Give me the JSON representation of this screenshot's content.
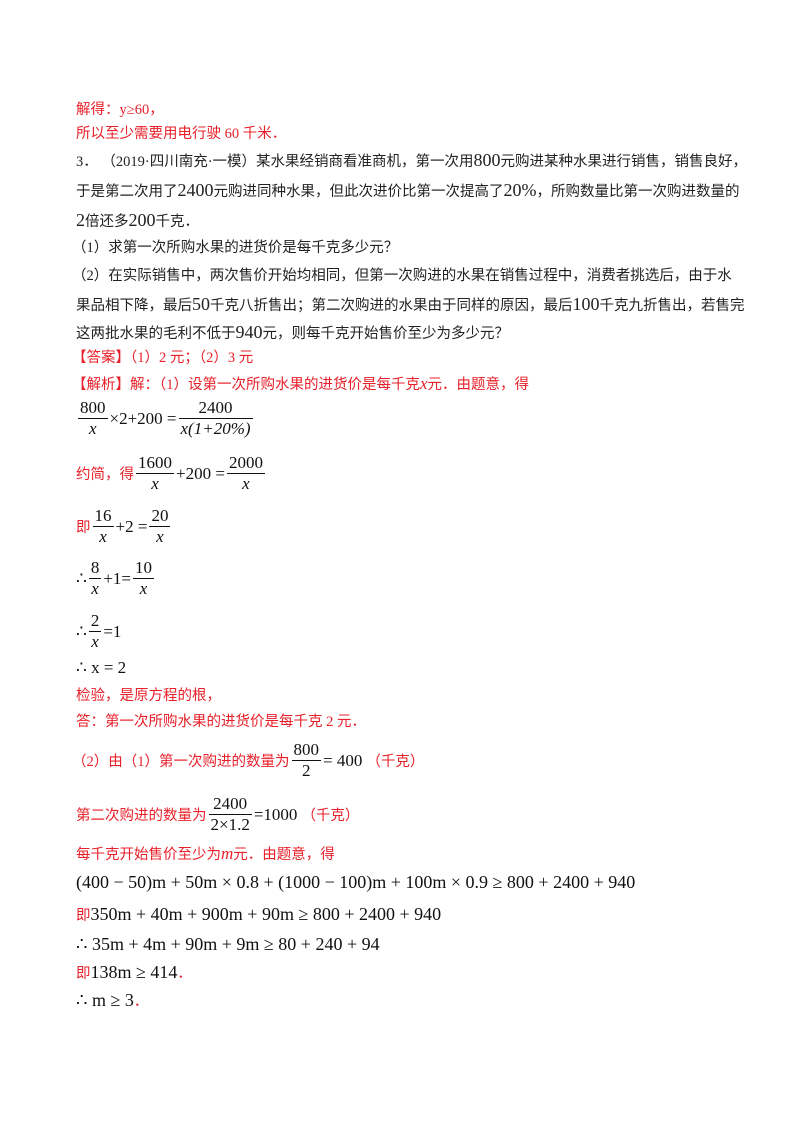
{
  "prev": {
    "line1": "解得：y≥60，",
    "line2": "所以至少需要用电行驶 60 千米．"
  },
  "problem": {
    "number": "3．",
    "source": "（2019·四川南充·一模）",
    "l1a": "某水果经销商看准商机，第一次用",
    "l1n": "800",
    "l1b": "元购进某种水果进行销售，销售良好，",
    "l2a": "于是第二次用了",
    "l2n": "2400",
    "l2b": "元购进同种水果，但此次进价比第一次提高了",
    "l2n2": "20%",
    "l2c": "，所购数量比第一次购进数量的",
    "l3n": "2",
    "l3a": "倍还多",
    "l3n2": "200",
    "l3b": "千克．",
    "q1": "（1）求第一次所购水果的进货价是每千克多少元？",
    "q2a": "（2）在实际销售中，两次售价开始均相同，但第一次购进的水果在销售过程中，消费者挑选后，由于水",
    "q2b1": "果品相下降，最后",
    "q2bn": "50",
    "q2b2": "千克八折售出；第二次购进的水果由于同样的原因，最后",
    "q2bn2": "100",
    "q2b3": "千克九折售出，若售完",
    "q2c1": "这两批水果的毛利不低于",
    "q2cn": "940",
    "q2c2": "元，则每千克开始售价至少为多少元？"
  },
  "answer": {
    "label": "【答案】",
    "text": "（1）2 元；（2）3 元"
  },
  "analysis": {
    "label": "【解析】",
    "intro": "解：（1）设第一次所购水果的进货价是每千克",
    "var": "x",
    "intro2": "元．由题意，得",
    "eq1": {
      "n1": "800",
      "d1": "x",
      "mid": "×2+200 =",
      "n2": "2400",
      "d2": "x(1+20%)"
    },
    "eq2": {
      "prefix": "约简，得",
      "n1": "1600",
      "d1": "x",
      "mid": "+200 =",
      "n2": "2000",
      "d2": "x"
    },
    "eq3": {
      "prefix": "即",
      "n1": "16",
      "d1": "x",
      "mid": "+2 =",
      "n2": "20",
      "d2": "x"
    },
    "eq4": {
      "prefix": "∴",
      "n1": "8",
      "d1": "x",
      "mid": "+1=",
      "n2": "10",
      "d2": "x"
    },
    "eq5": {
      "prefix": "∴",
      "n1": "2",
      "d1": "x",
      "mid": "=1"
    },
    "eq6": "∴ x = 2",
    "check": "检验，是原方程的根，",
    "ans1": "答：第一次所购水果的进货价是每千克 2 元．",
    "p2a": "（2）由（1）第一次购进的数量为",
    "p2a_frac": {
      "n": "800",
      "d": "2"
    },
    "p2a_res": "= 400",
    "p2a_unit": "（千克）",
    "p2b": "第二次购进的数量为",
    "p2b_frac": {
      "n": "2400",
      "d": "2×1.2"
    },
    "p2b_res": "=1000",
    "p2b_unit": "（千克）",
    "p2c1": "每千克开始售价至少为",
    "p2c_var": "m",
    "p2c2": "元．由题意，得",
    "ineq1": "(400 − 50)m + 50m × 0.8 + (1000 − 100)m + 100m × 0.9 ≥ 800 + 2400 + 940",
    "ineq2_prefix": "即",
    "ineq2": "350m + 40m + 900m + 90m ≥ 800 + 2400 + 940",
    "ineq3": "∴ 35m + 4m + 90m + 9m ≥ 80 + 240 + 94",
    "ineq4_prefix": "即",
    "ineq4": "138m ≥ 414",
    "ineq4_dot": "．",
    "ineq5": "∴ m ≥ 3",
    "ineq5_dot": "．"
  }
}
